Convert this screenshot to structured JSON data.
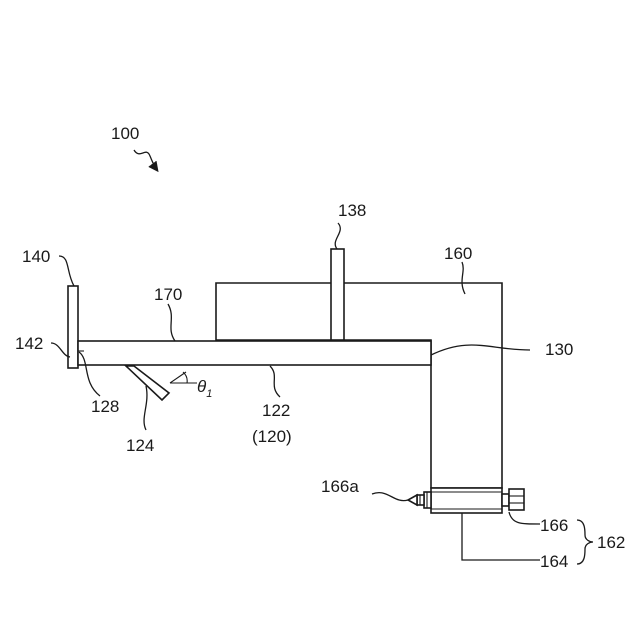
{
  "figure": {
    "ref_100": "100",
    "ref_138": "138",
    "ref_140": "140",
    "ref_160": "160",
    "ref_170": "170",
    "ref_142": "142",
    "ref_130": "130",
    "ref_128": "128",
    "ref_122": "122",
    "ref_120": "(120)",
    "ref_124": "124",
    "theta_symbol": "θ",
    "theta_sub": "1",
    "ref_166a": "166a",
    "ref_166": "166",
    "ref_164": "164",
    "ref_162": "162"
  },
  "colors": {
    "line": "#1a1a1a",
    "background": "#ffffff"
  }
}
